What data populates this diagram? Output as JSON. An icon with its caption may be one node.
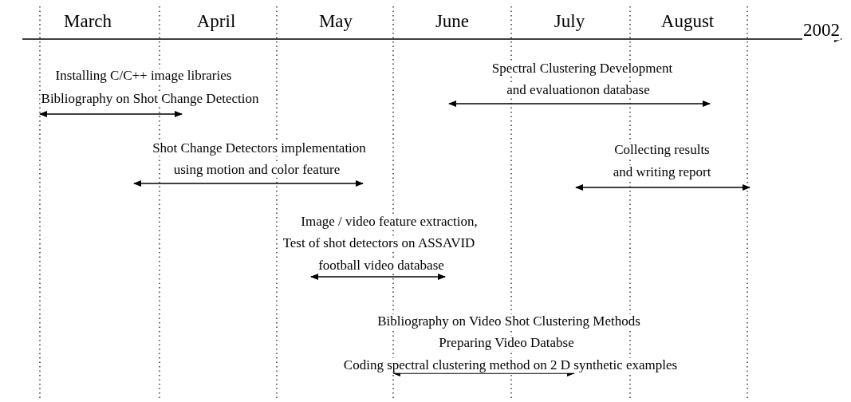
{
  "diagram": {
    "labels": [
      "March",
      "April",
      "May",
      "June",
      "July",
      "August",
      "2002",
      "Installing C/C++ image libraries",
      "Bibliography on Shot Change Detection",
      "Spectral Clustering Development",
      "and evaluationon database",
      "Shot Change Detectors implementation",
      "using motion and color feature",
      "Collecting results",
      "and writing report",
      "Image / video feature extraction,",
      "Test of shot detectors on ASSAVID",
      "football video database",
      "Bibliography on Video Shot Clustering Methods",
      "Preparing Video Databse",
      "Coding spectral clustering method on 2 D synthetic examples"
    ]
  }
}
